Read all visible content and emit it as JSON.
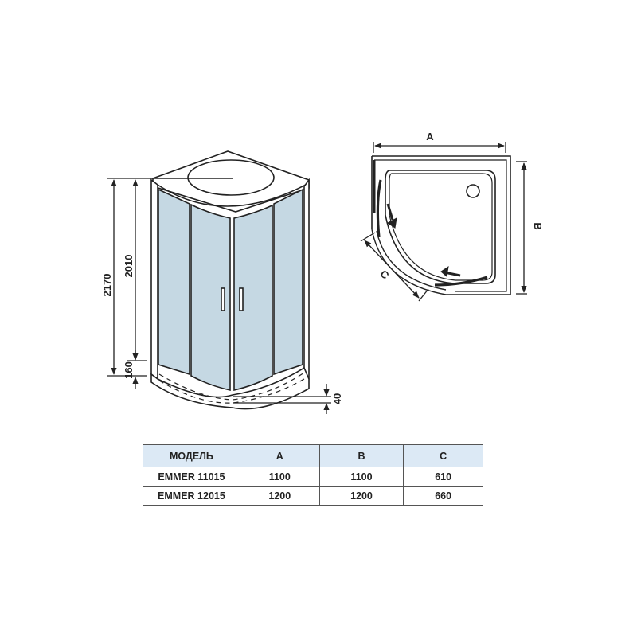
{
  "diagram": {
    "type": "shower cabin dimensional drawing",
    "front_view": {
      "dimensions": {
        "total_height": "2170",
        "glass_height": "2010",
        "tray_height": "160",
        "tray_depth": "40"
      }
    },
    "plan_view": {
      "labels": {
        "width": "A",
        "depth": "B",
        "door": "C"
      }
    },
    "colors": {
      "glass": "#c5d8e3",
      "line": "#222222",
      "header_bg": "#dce9f5"
    }
  },
  "table": {
    "headers": [
      "МОДЕЛЬ",
      "A",
      "B",
      "C"
    ],
    "rows": [
      [
        "EMMER 11015",
        "1100",
        "1100",
        "610"
      ],
      [
        "EMMER 12015",
        "1200",
        "1200",
        "660"
      ]
    ]
  }
}
